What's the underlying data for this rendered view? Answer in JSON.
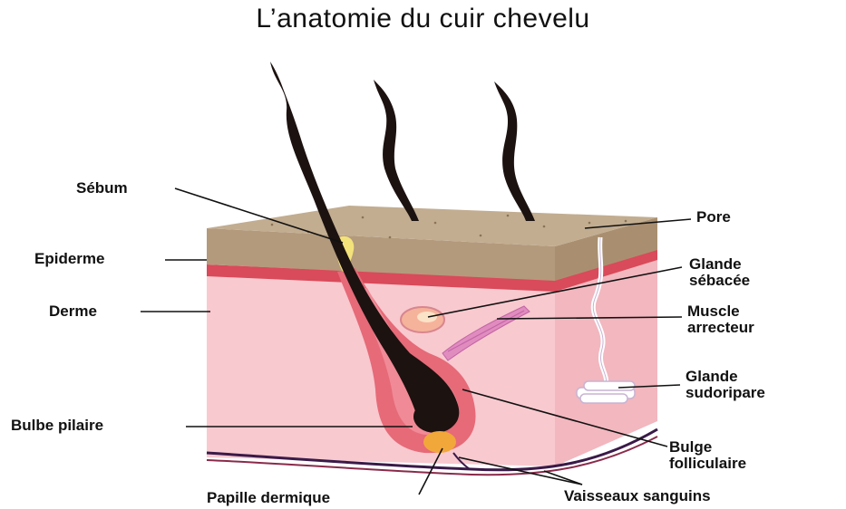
{
  "title": "L’anatomie du cuir chevelu",
  "labels": {
    "sebum": "Sébum",
    "epiderme": "Epiderme",
    "derme": "Derme",
    "bulbe_pilaire": "Bulbe pilaire",
    "papille_dermique": "Papille dermique",
    "pore": "Pore",
    "glande_sebacee_1": "Glande",
    "glande_sebacee_2": "sébacée",
    "muscle_arrecteur_1": "Muscle",
    "muscle_arrecteur_2": "arrecteur",
    "glande_sudoripare_1": "Glande",
    "glande_sudoripare_2": "sudoripare",
    "bulge_folliculaire_1": "Bulge",
    "bulge_folliculaire_2": "folliculaire",
    "vaisseaux_sanguins": "Vaisseaux sanguins"
  },
  "colors": {
    "epidermis_top": "#c2ad91",
    "epidermis_front": "#b39a7c",
    "red_line": "#d94a5a",
    "dermis_front": "#f8c9cf",
    "dermis_side": "#f2b7bf",
    "follicle": "#e66a78",
    "hair": "#1c1210",
    "papilla": "#f2a73a",
    "vessel": "#3a1a48"
  }
}
